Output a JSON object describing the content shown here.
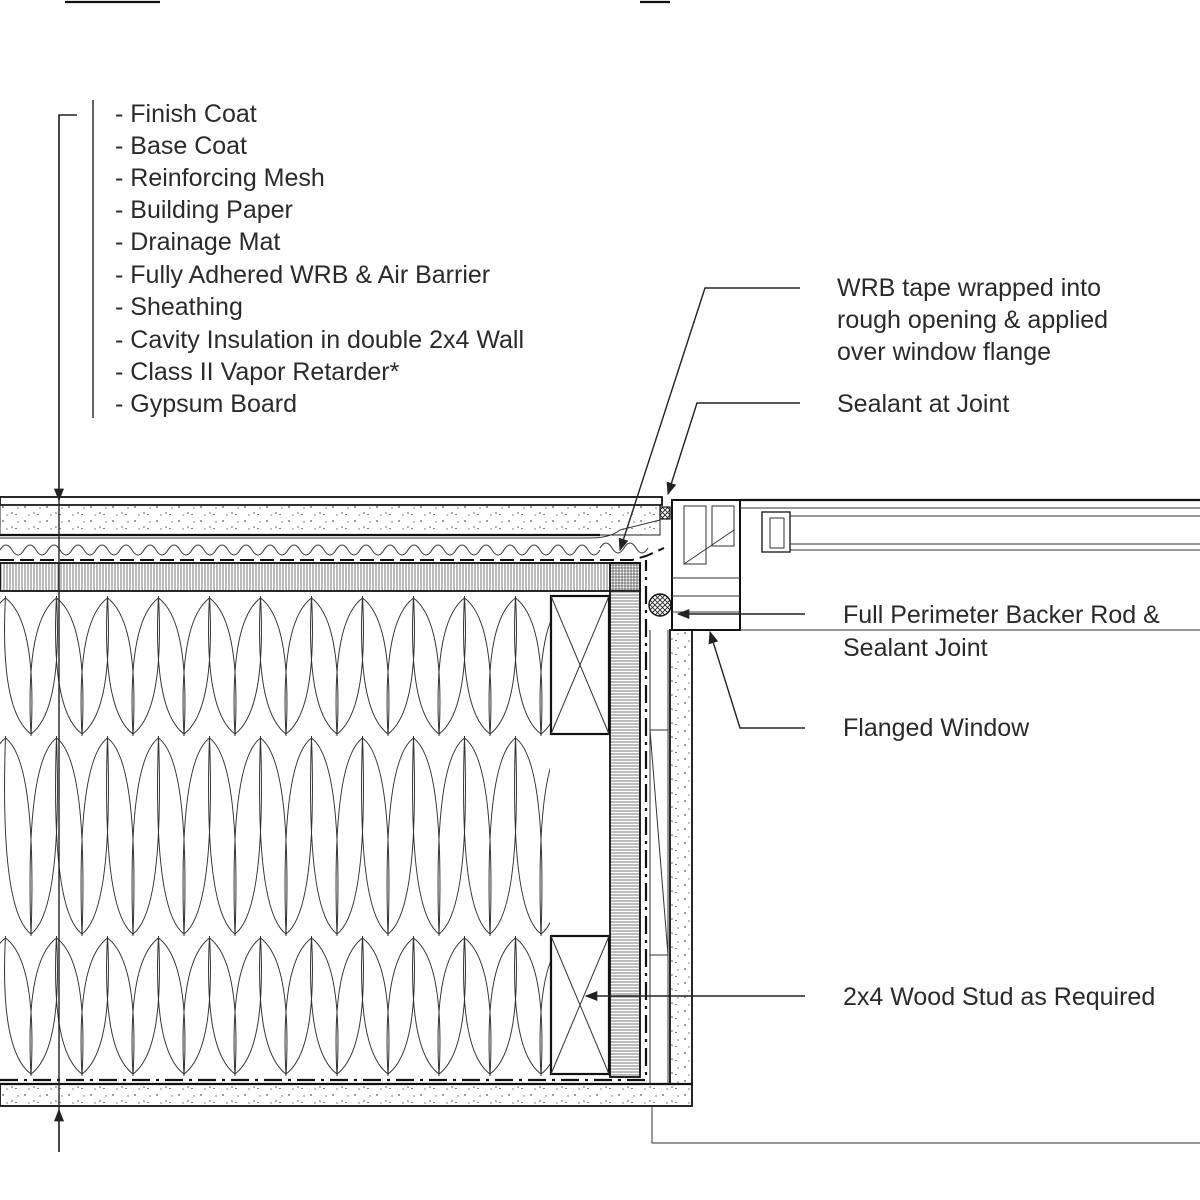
{
  "layer_list": [
    "- Finish Coat",
    "- Base Coat",
    "- Reinforcing Mesh",
    "- Building Paper",
    "- Drainage Mat",
    "- Fully Adhered WRB & Air Barrier",
    "- Sheathing",
    "- Cavity Insulation in double 2x4 Wall",
    "- Class II Vapor Retarder*",
    "- Gypsum Board"
  ],
  "callouts": {
    "wrb_tape": [
      "WRB tape wrapped into",
      "rough opening & applied",
      "over window flange"
    ],
    "sealant_joint": "Sealant at Joint",
    "backer_rod": [
      "Full Perimeter Backer Rod &",
      "Sealant Joint"
    ],
    "flanged_window": "Flanged Window",
    "wood_stud": "2x4 Wood Stud as Required"
  }
}
